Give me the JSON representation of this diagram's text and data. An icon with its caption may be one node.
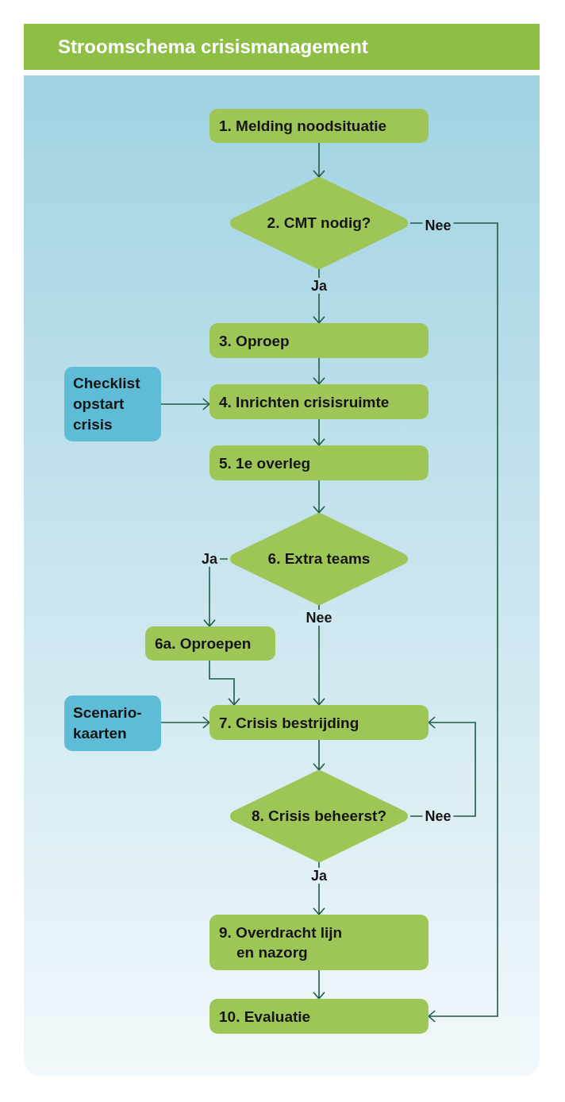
{
  "diagram": {
    "title": "Stroomschema crisismanagement",
    "nodes": [
      {
        "text": [
          "1. Melding noodsituatie"
        ]
      },
      {
        "text": [
          "2. CMT nodig?"
        ]
      },
      {
        "text": [
          "3. Oproep"
        ]
      },
      {
        "text": [
          "Checklist opstart crisis"
        ]
      },
      {
        "text": [
          "4. Inrichten crisisruimte"
        ]
      },
      {
        "text": [
          "5. 1e overleg"
        ]
      },
      {
        "text": [
          "6. Extra teams"
        ]
      },
      {
        "text": [
          "6a. Oproepen"
        ]
      },
      {
        "text": [
          "Scenario-kaarten"
        ]
      },
      {
        "text": [
          "7. Crisis bestrijding"
        ]
      },
      {
        "text": [
          "8. Crisis beheerst?"
        ]
      },
      {
        "text": [
          "9. Overdracht lijn en nazorg"
        ]
      },
      {
        "text": [
          "10. Evaluatie"
        ]
      }
    ],
    "edges": [
      {
        "from": 0,
        "to": 1,
        "arrow": "to"
      },
      {
        "from": 1,
        "to": 2,
        "arrow": "to",
        "label": "Ja"
      },
      {
        "from": 1,
        "to": 12,
        "arrow": "to",
        "label": "Nee"
      },
      {
        "from": 2,
        "to": 4,
        "arrow": "to"
      },
      {
        "from": 3,
        "to": 4,
        "arrow": "to"
      },
      {
        "from": 4,
        "to": 5,
        "arrow": "to"
      },
      {
        "from": 5,
        "to": 6,
        "arrow": "to"
      },
      {
        "from": 6,
        "to": 7,
        "arrow": "to",
        "label": "Ja"
      },
      {
        "from": 6,
        "to": 9,
        "arrow": "to",
        "label": "Nee"
      },
      {
        "from": 7,
        "to": 9,
        "arrow": "to"
      },
      {
        "from": 8,
        "to": 9,
        "arrow": "to"
      },
      {
        "from": 9,
        "to": 10,
        "arrow": "to"
      },
      {
        "from": 10,
        "to": 9,
        "arrow": "to",
        "label": "Nee"
      },
      {
        "from": 10,
        "to": 11,
        "arrow": "to",
        "label": "Ja"
      },
      {
        "from": 11,
        "to": 12,
        "arrow": "to"
      }
    ]
  }
}
